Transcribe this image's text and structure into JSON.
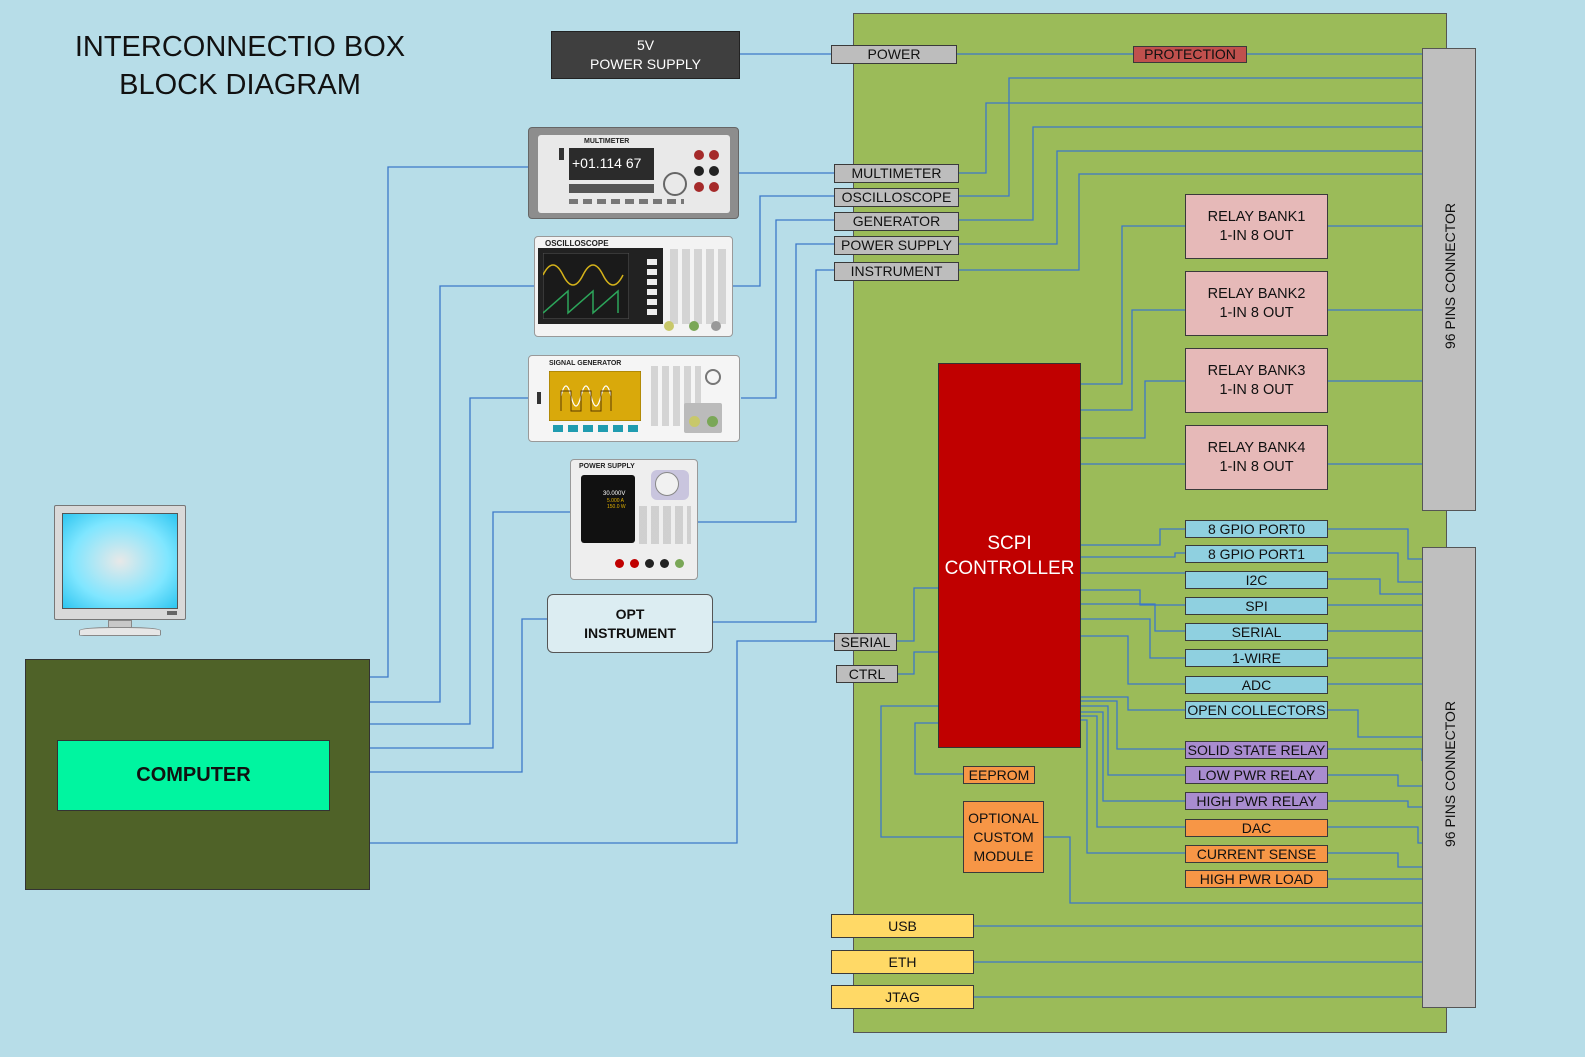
{
  "title": {
    "line1": "INTERCONNECTIO BOX",
    "line2": "BLOCK DIAGRAM"
  },
  "supply_box": {
    "line1": "5V",
    "line2": "POWER SUPPLY"
  },
  "board_labels": {
    "power": "POWER",
    "protection": "PROTECTION",
    "multimeter": "MULTIMETER",
    "oscilloscope": "OSCILLOSCOPE",
    "generator": "GENERATOR",
    "power_supply": "POWER SUPPLY",
    "instrument": "INSTRUMENT",
    "serial": "SERIAL",
    "ctrl": "CTRL",
    "usb": "USB",
    "eth": "ETH",
    "jtag": "JTAG",
    "eeprom": "EEPROM",
    "optional_module": "OPTIONAL\nCUSTOM\nMODULE"
  },
  "controller": {
    "line1": "SCPI",
    "line2": "CONTROLLER"
  },
  "relay_banks": [
    {
      "name": "RELAY BANK1",
      "sub": "1-IN 8 OUT"
    },
    {
      "name": "RELAY BANK2",
      "sub": "1-IN 8 OUT"
    },
    {
      "name": "RELAY BANK3",
      "sub": "1-IN 8 OUT"
    },
    {
      "name": "RELAY BANK4",
      "sub": "1-IN 8 OUT"
    }
  ],
  "io_blocks": [
    {
      "label": "8 GPIO PORT0",
      "color": "#8fd0e0"
    },
    {
      "label": "8 GPIO PORT1",
      "color": "#8fd0e0"
    },
    {
      "label": "I2C",
      "color": "#8fd0e0"
    },
    {
      "label": "SPI",
      "color": "#8fd0e0"
    },
    {
      "label": "SERIAL",
      "color": "#8fd0e0"
    },
    {
      "label": "1-WIRE",
      "color": "#8fd0e0"
    },
    {
      "label": "ADC",
      "color": "#8fd0e0"
    },
    {
      "label": "OPEN COLLECTORS",
      "color": "#8fd0e0"
    },
    {
      "label": "SOLID STATE RELAY",
      "color": "#a98ccf"
    },
    {
      "label": "LOW PWR RELAY",
      "color": "#a98ccf"
    },
    {
      "label": "HIGH PWR RELAY",
      "color": "#a98ccf"
    },
    {
      "label": "DAC",
      "color": "#f79646"
    },
    {
      "label": "CURRENT SENSE",
      "color": "#f79646"
    },
    {
      "label": "HIGH PWR LOAD",
      "color": "#f79646"
    }
  ],
  "connectors": {
    "top": "96 PINS CONNECTOR",
    "bottom": "96 PINS CONNECTOR"
  },
  "instruments": {
    "multimeter_title": "MULTIMETER",
    "multimeter_reading": "+01.114 67",
    "scope_title": "OSCILLOSCOPE",
    "generator_title": "SIGNAL GENERATOR",
    "psu_title": "POWER SUPPLY",
    "psu_v": "30.000V",
    "psu_a": "5.000 A",
    "psu_w": "150.0 W",
    "opt_instrument": "OPT\nINSTRUMENT"
  },
  "computer": {
    "label": "COMPUTER"
  },
  "colors": {
    "background": "#b7dde8",
    "board": "#9bbb59",
    "wire": "#3c78c8",
    "controller": "#c00000",
    "computer_case": "#4f6228",
    "computer_label": "#00f5a0"
  }
}
